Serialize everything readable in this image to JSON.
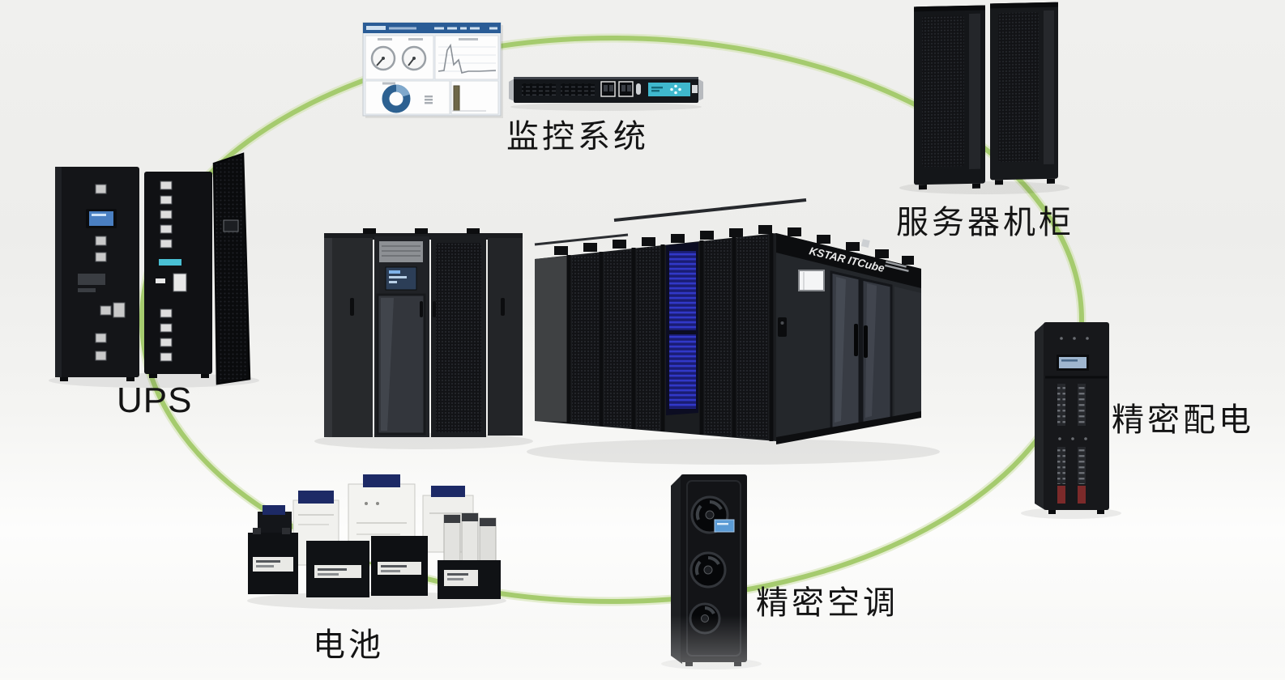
{
  "labels": {
    "monitoring": "监控系统",
    "server_cabinet": "服务器机柜",
    "power_distribution": "精密配电",
    "air_conditioning": "精密空调",
    "battery": "电池",
    "ups": "UPS"
  },
  "branding": {
    "container_logo": "KSTAR ITCube"
  },
  "colors": {
    "connector_green": "#a5cb6e",
    "dashboard_header_blue": "#2a5c96",
    "donut_blue": "#2d6191",
    "panel_cyan": "#3fb8cd",
    "rack_blue": "#3138c8",
    "lcd_blue": "#4a7fc1",
    "equipment_black": "#15171a",
    "bg": "#efefed"
  }
}
